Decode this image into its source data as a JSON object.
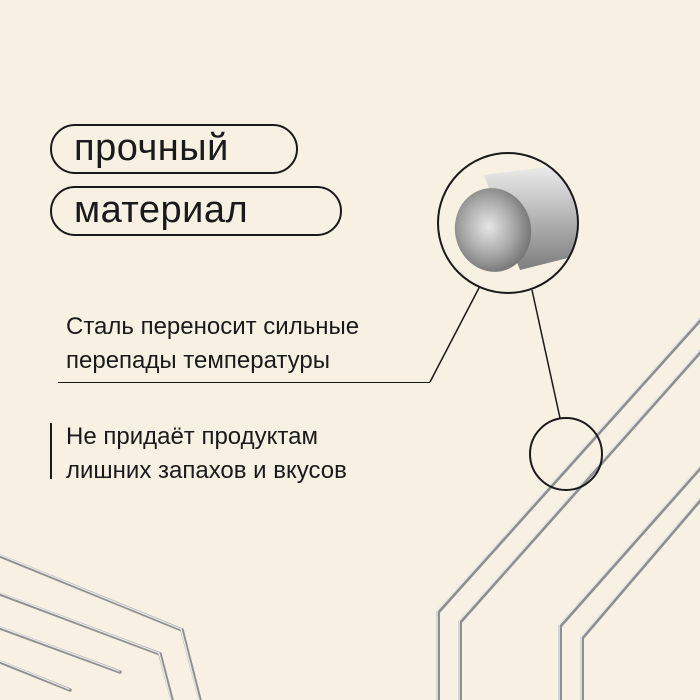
{
  "headline": {
    "line1": "прочный",
    "line2": "материал"
  },
  "features": [
    {
      "lines": [
        "Сталь переносит сильные",
        "перепады температуры"
      ]
    },
    {
      "lines": [
        "Не придаёт продуктам",
        "лишних запахов и вкусов"
      ]
    }
  ],
  "colors": {
    "background": "#f7f1e3",
    "text": "#1a1a1a",
    "steel": "#b5b5b5"
  }
}
